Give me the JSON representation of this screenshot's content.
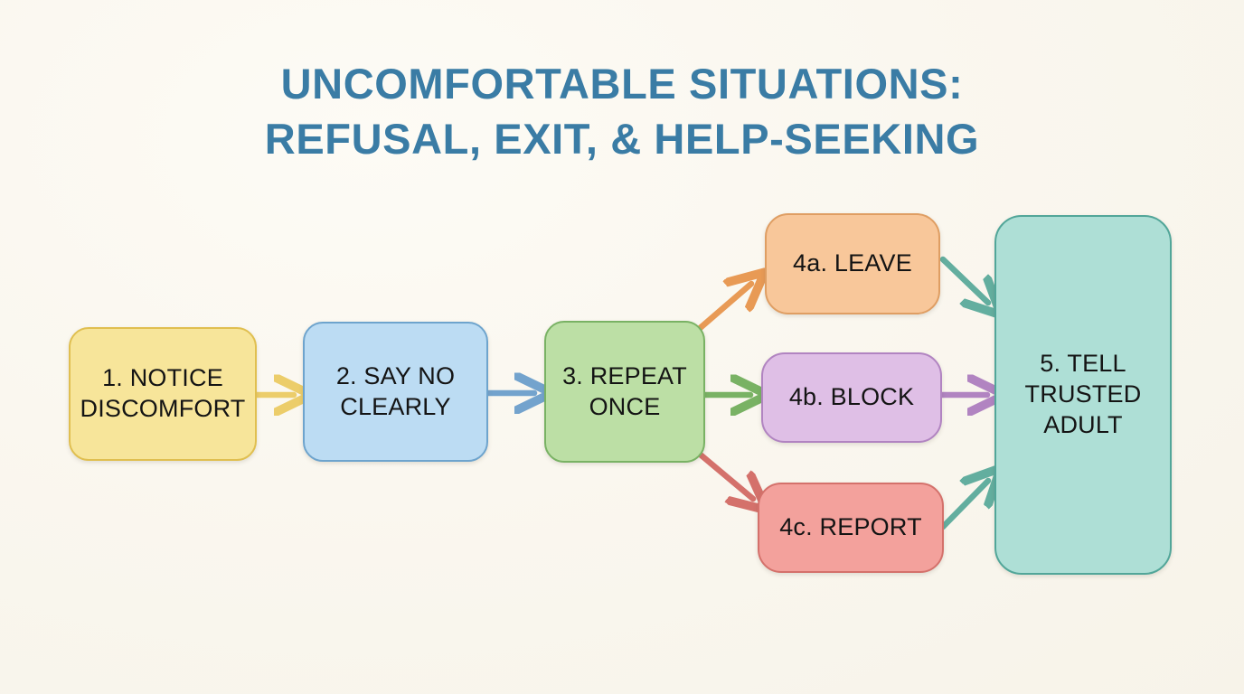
{
  "title": {
    "line1": "UNCOMFORTABLE SITUATIONS:",
    "line2": "REFUSAL, EXIT, & HELP-SEEKING",
    "color": "#3a7ca5"
  },
  "background_color": "#faf7f0",
  "chart_data": {
    "type": "diagram",
    "diagram_kind": "flowchart",
    "title": "UNCOMFORTABLE SITUATIONS: REFUSAL, EXIT, & HELP-SEEKING",
    "orientation": "left-to-right",
    "nodes": [
      {
        "id": "1",
        "label": "1. NOTICE DISCOMFORT",
        "line1": "1. NOTICE",
        "line2": "DISCOMFORT",
        "fill": "#f7e59a",
        "stroke": "#e0bf50",
        "text_color": "#141414",
        "shape": "rounded-rect"
      },
      {
        "id": "2",
        "label": "2. SAY NO CLEARLY",
        "line1": "2. SAY NO",
        "line2": "CLEARLY",
        "fill": "#bcdcf3",
        "stroke": "#6ea4cd",
        "text_color": "#141414",
        "shape": "rounded-rect"
      },
      {
        "id": "3",
        "label": "3. REPEAT ONCE",
        "line1": "3. REPEAT",
        "line2": "ONCE",
        "fill": "#bcdfa5",
        "stroke": "#79b264",
        "text_color": "#141414",
        "shape": "rounded-rect"
      },
      {
        "id": "4a",
        "label": "4a. LEAVE",
        "line1": "4a. LEAVE",
        "line2": "",
        "fill": "#f8c79a",
        "stroke": "#df9e63",
        "text_color": "#141414",
        "shape": "rounded-rect"
      },
      {
        "id": "4b",
        "label": "4b. BLOCK",
        "line1": "4b. BLOCK",
        "line2": "",
        "fill": "#dfbfe6",
        "stroke": "#b184c1",
        "text_color": "#141414",
        "shape": "rounded-rect"
      },
      {
        "id": "4c",
        "label": "4c. REPORT",
        "line1": "4c. REPORT",
        "line2": "",
        "fill": "#f3a19c",
        "stroke": "#d4716b",
        "text_color": "#141414",
        "shape": "rounded-rect"
      },
      {
        "id": "5",
        "label": "5. TELL TRUSTED ADULT",
        "line1": "5. TELL",
        "line2": "TRUSTED",
        "line3": "ADULT",
        "fill": "#aedfd6",
        "stroke": "#52a699",
        "text_color": "#141414",
        "shape": "rounded-rect"
      }
    ],
    "edges": [
      {
        "from": "1",
        "to": "2",
        "color": "#eccd6a",
        "style": "straight-horizontal"
      },
      {
        "from": "2",
        "to": "3",
        "color": "#73a3cd",
        "style": "straight-horizontal"
      },
      {
        "from": "3",
        "to": "4a",
        "color": "#e89a55",
        "style": "diagonal-up"
      },
      {
        "from": "3",
        "to": "4b",
        "color": "#79b264",
        "style": "straight-horizontal"
      },
      {
        "from": "3",
        "to": "4c",
        "color": "#d4716b",
        "style": "diagonal-down"
      },
      {
        "from": "4a",
        "to": "5",
        "color": "#63ae9f",
        "style": "diagonal-down"
      },
      {
        "from": "4b",
        "to": "5",
        "color": "#b184c1",
        "style": "straight-horizontal"
      },
      {
        "from": "4c",
        "to": "5",
        "color": "#63ae9f",
        "style": "diagonal-up"
      }
    ]
  }
}
